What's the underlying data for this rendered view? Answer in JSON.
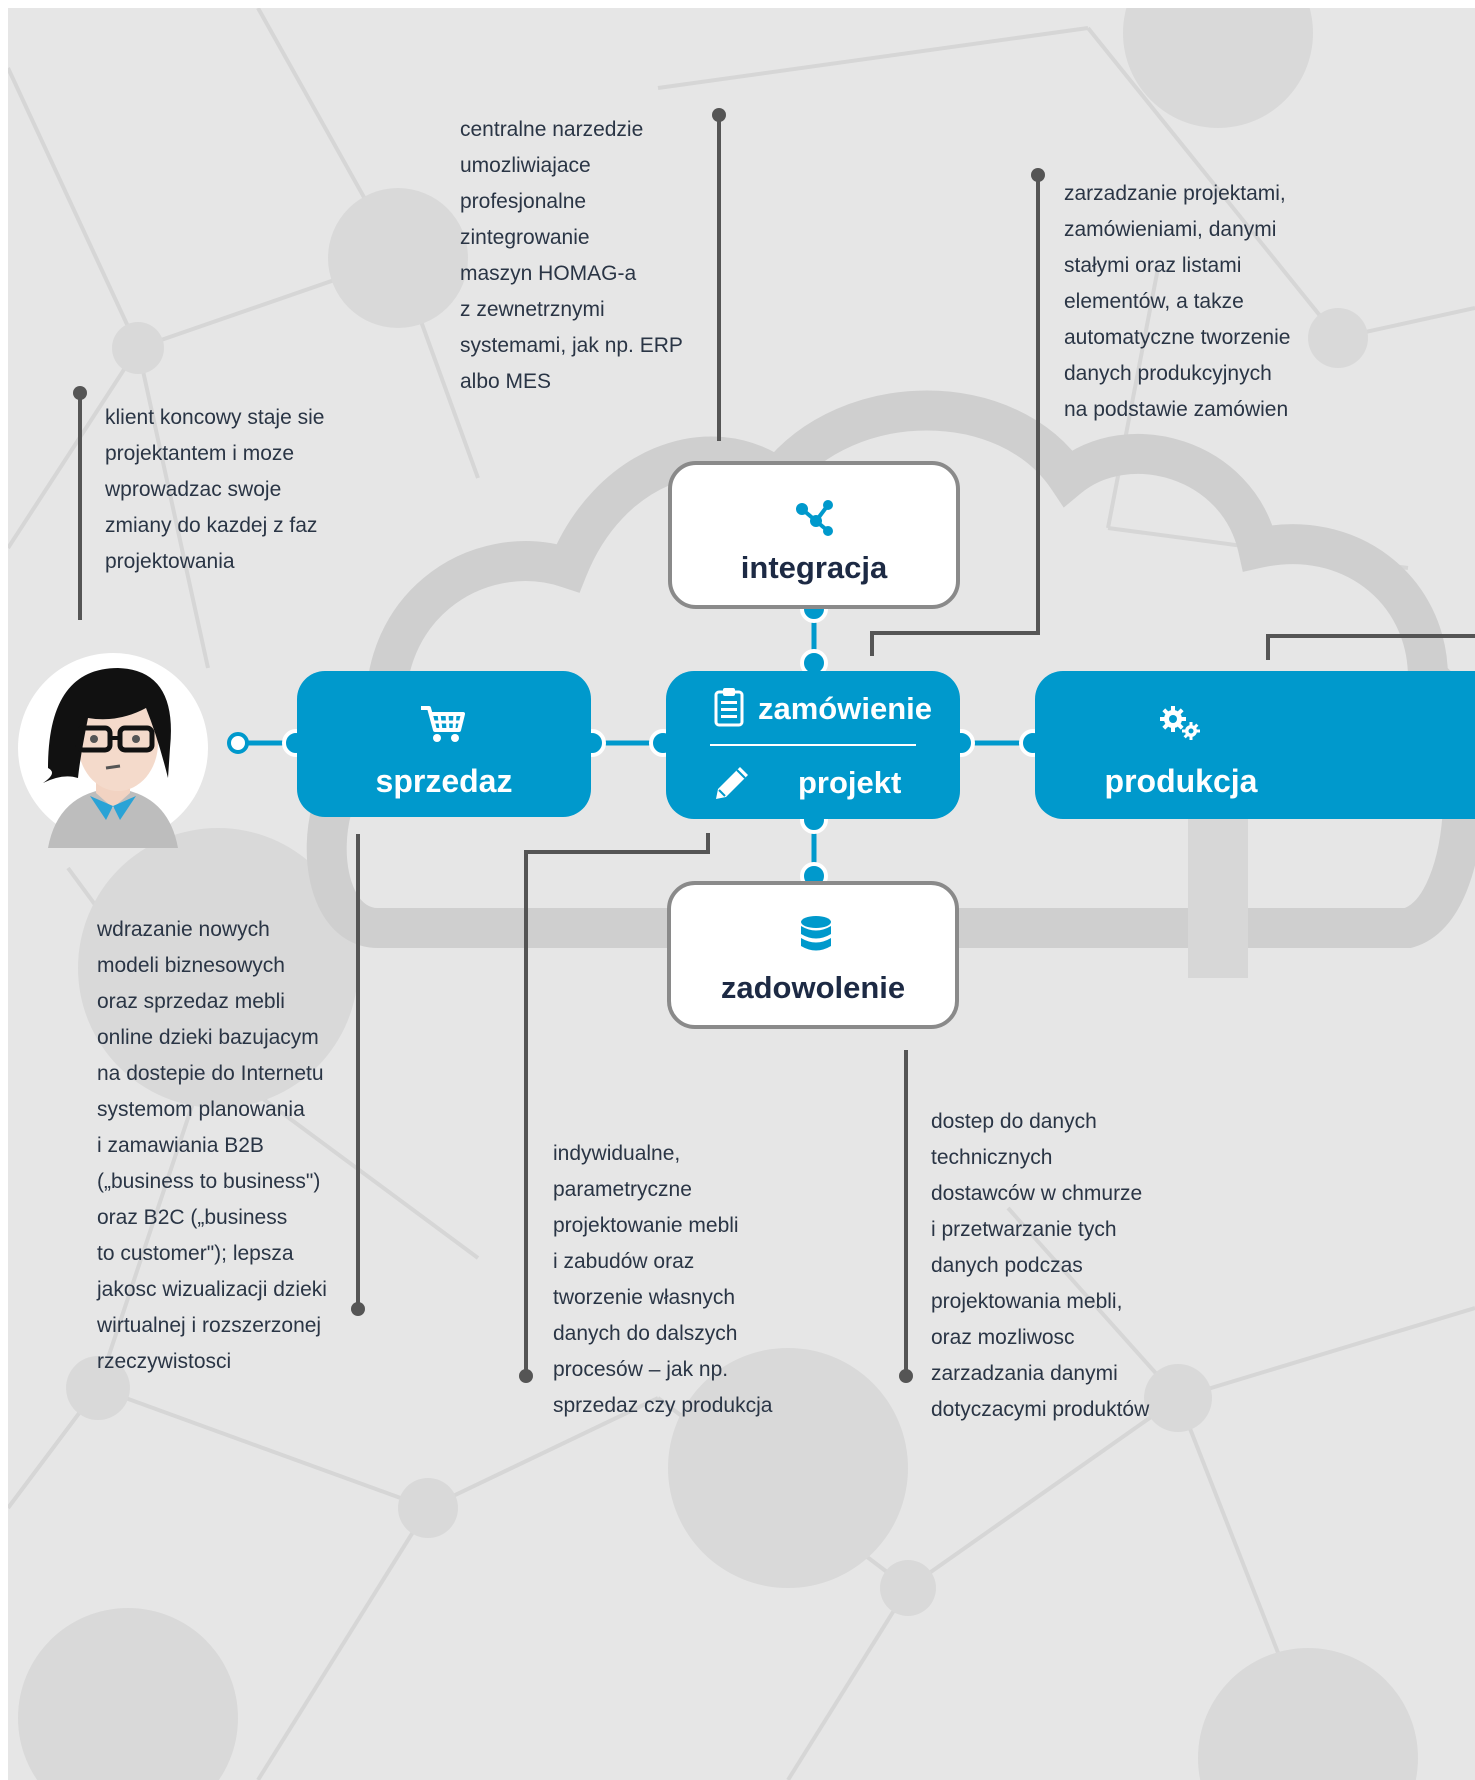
{
  "colors": {
    "background": "#e6e6e6",
    "accent_blue": "#0099cc",
    "connector": "#555555",
    "text": "#2a3545",
    "box_label_dark": "#1d2a44",
    "white_box_border": "#8a8a8a"
  },
  "nodes": {
    "integracja": {
      "label": "integracja",
      "icon": "share-nodes-icon"
    },
    "sprzedaz": {
      "label": "sprzedaz",
      "icon": "shopping-cart-icon"
    },
    "zamowienie": {
      "label": "zamówienie",
      "icon": "clipboard-icon"
    },
    "projekt": {
      "label": "projekt",
      "icon": "pencil-icon"
    },
    "produkcja": {
      "label": "produkcja",
      "icon": "gears-icon"
    },
    "zadowolenie": {
      "label": "zadowolenie",
      "icon": "database-icon"
    }
  },
  "avatar": {
    "icon": "woman-with-glasses-avatar"
  },
  "callouts": {
    "integracja": [
      "centralne narzedzie",
      "umozliwiajace",
      "profesjonalne",
      "zintegrowanie",
      "maszyn HOMAG-a",
      "z zewnetrznymi",
      "systemami, jak np. ERP",
      "albo MES"
    ],
    "zamowienie": [
      "zarzadzanie projektami,",
      "zamówieniami, danymi",
      "stałymi oraz listami",
      "elementów, a takze",
      "automatyczne tworzenie",
      "danych produkcyjnych",
      "na podstawie zamówien"
    ],
    "klient": [
      "klient koncowy staje sie",
      "projektantem i moze",
      "wprowadzac swoje",
      "zmiany do kazdej z faz",
      "projektowania"
    ],
    "sprzedaz": [
      "wdrazanie nowych",
      "modeli biznesowych",
      "oraz sprzedaz mebli",
      "online dzieki bazujacym",
      "na dostepie do Internetu",
      "systemom planowania",
      "i zamawiania B2B",
      "(„business to business\")",
      "oraz B2C („business",
      "to customer\"); lepsza",
      "jakosc wizualizacji dzieki",
      "wirtualnej i rozszerzonej",
      "rzeczywistosci"
    ],
    "projekt": [
      "indywidualne,",
      "parametryczne",
      "projektowanie mebli",
      "i zabudów oraz",
      "tworzenie własnych",
      "danych do dalszych",
      "procesów – jak np.",
      "sprzedaz czy produkcja"
    ],
    "zadowolenie": [
      "dostep do danych",
      "technicznych",
      "dostawców w chmurze",
      "i przetwarzanie tych",
      "danych podczas",
      "projektowania mebli,",
      "oraz mozliwosc",
      "zarzadzania danymi",
      "dotyczacymi produktów"
    ]
  }
}
